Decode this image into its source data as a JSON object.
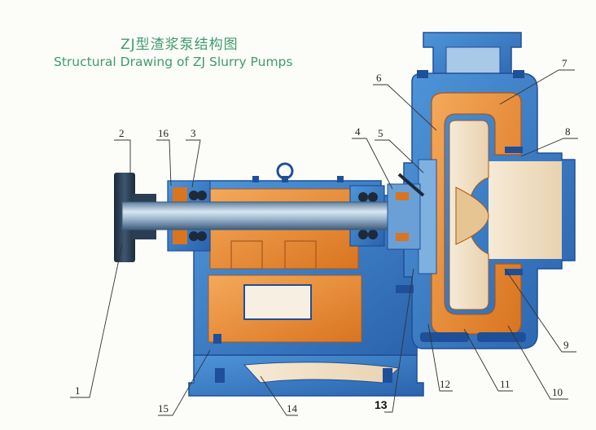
{
  "title": {
    "chinese": "ZJ型渣浆泵结构图",
    "english": "Structural Drawing of ZJ Slurry Pumps"
  },
  "callouts": [
    "1",
    "2",
    "3",
    "4",
    "5",
    "6",
    "7",
    "8",
    "9",
    "10",
    "11",
    "12",
    "13",
    "14",
    "15",
    "16"
  ],
  "colors": {
    "casing_blue": "#3a7fc8",
    "casing_dark": "#1f4f98",
    "liner_orange": "#e8892f",
    "fluid_cream": "#f3e4cc",
    "shaft_steel": "#9fb8cf",
    "accent_title": "#3f9a6c"
  }
}
